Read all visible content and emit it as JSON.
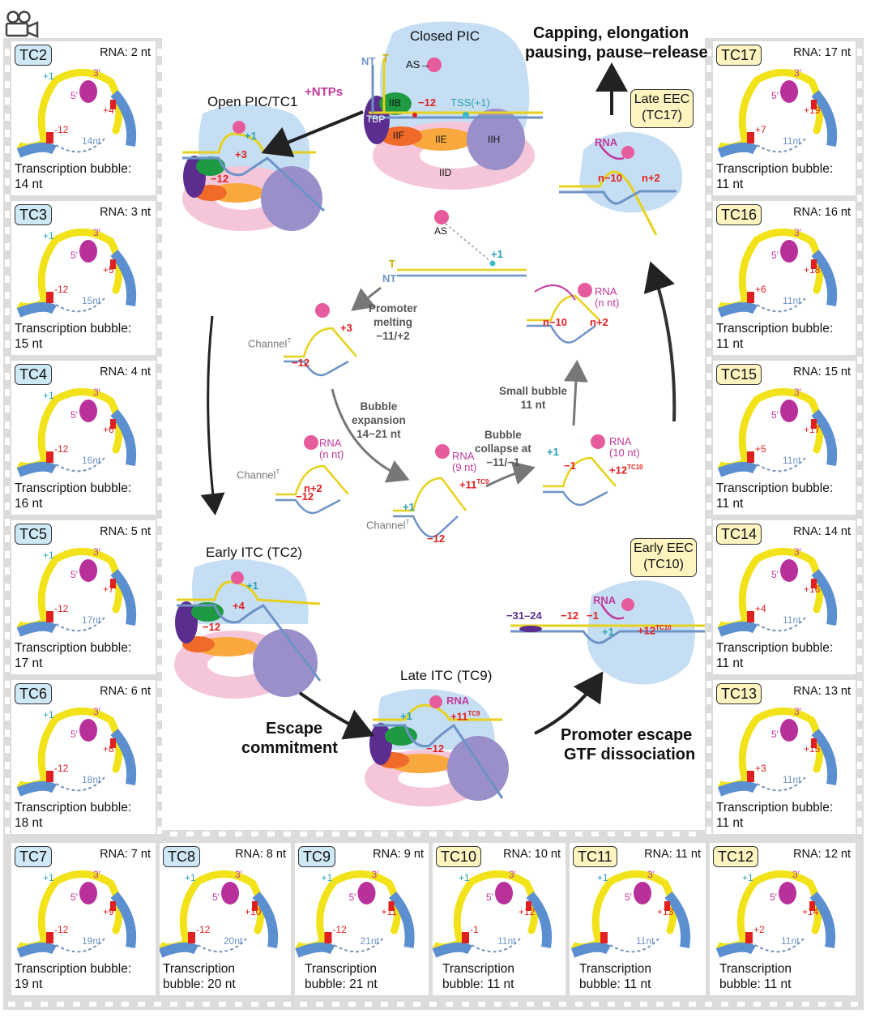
{
  "frames": [
    {
      "id": "TC2",
      "rna": "RNA: 2 nt",
      "bubble_l1": "Transcription bubble:",
      "bubble_l2": "14 nt",
      "color": "blue",
      "plus": "+4",
      "minus": "-12",
      "size": "14nt",
      "five": "5′",
      "three": "3′",
      "one": "+1"
    },
    {
      "id": "TC3",
      "rna": "RNA: 3 nt",
      "bubble_l1": "Transcription bubble:",
      "bubble_l2": "15 nt",
      "color": "blue",
      "plus": "+5",
      "minus": "-12",
      "size": "15nt",
      "five": "5′",
      "three": "3′",
      "one": "+1"
    },
    {
      "id": "TC4",
      "rna": "RNA: 4 nt",
      "bubble_l1": "Transcription bubble:",
      "bubble_l2": "16 nt",
      "color": "blue",
      "plus": "+6",
      "minus": "-12",
      "size": "16nt",
      "five": "5′",
      "three": "3′",
      "one": "+1"
    },
    {
      "id": "TC5",
      "rna": "RNA: 5 nt",
      "bubble_l1": "Transcription bubble:",
      "bubble_l2": "17 nt",
      "color": "blue",
      "plus": "+7",
      "minus": "-12",
      "size": "17nt",
      "five": "5′",
      "three": "3′",
      "one": "+1"
    },
    {
      "id": "TC6",
      "rna": "RNA: 6 nt",
      "bubble_l1": "Transcription bubble:",
      "bubble_l2": "18 nt",
      "color": "blue",
      "plus": "+8",
      "minus": "-12",
      "size": "18nt",
      "five": "5′",
      "three": "3′",
      "one": "+1"
    },
    {
      "id": "TC7",
      "rna": "RNA: 7 nt",
      "bubble_l1": "Transcription bubble:",
      "bubble_l2": "19 nt",
      "color": "blue",
      "plus": "+9",
      "minus": "-12",
      "size": "19nt",
      "five": "5′",
      "three": "3′",
      "one": "+1"
    },
    {
      "id": "TC8",
      "rna": "RNA: 8 nt",
      "bubble_l1": "Transcription",
      "bubble_l2": "bubble: 20 nt",
      "color": "blue",
      "plus": "+10",
      "minus": "-12",
      "size": "20nt",
      "five": "5′",
      "three": "3′",
      "one": "+1"
    },
    {
      "id": "TC9",
      "rna": "RNA: 9 nt",
      "bubble_l1": "Transcription",
      "bubble_l2": "bubble: 21 nt",
      "color": "blue",
      "plus": "+11",
      "minus": "-12",
      "size": "21nt",
      "five": "5′",
      "three": "3′",
      "one": "+1"
    },
    {
      "id": "TC10",
      "rna": "RNA: 10 nt",
      "bubble_l1": "Transcription",
      "bubble_l2": "bubble: 11 nt",
      "color": "yellow",
      "plus": "+12",
      "minus": "-1",
      "size": "11nt",
      "five": "5′",
      "three": "3′",
      "one": "+1"
    },
    {
      "id": "TC11",
      "rna": "RNA: 11 nt",
      "bubble_l1": "Transcription",
      "bubble_l2": "bubble: 11 nt",
      "color": "yellow",
      "plus": "+13",
      "minus": "",
      "size": "11nt",
      "five": "5′",
      "three": "3′",
      "one": "+1"
    },
    {
      "id": "TC12",
      "rna": "RNA: 12 nt",
      "bubble_l1": "Transcription",
      "bubble_l2": "bubble: 11 nt",
      "color": "yellow",
      "plus": "+14",
      "minus": "+2",
      "size": "11nt",
      "five": "5′",
      "three": "3′",
      "one": "+1"
    },
    {
      "id": "TC13",
      "rna": "RNA: 13 nt",
      "bubble_l1": "Transcription bubble:",
      "bubble_l2": "11 nt",
      "color": "yellow",
      "plus": "+15",
      "minus": "+3",
      "size": "11nt",
      "five": "5′",
      "three": "3′",
      "one": ""
    },
    {
      "id": "TC14",
      "rna": "RNA: 14 nt",
      "bubble_l1": "Transcription bubble:",
      "bubble_l2": "11 nt",
      "color": "yellow",
      "plus": "+16",
      "minus": "+4",
      "size": "11nt",
      "five": "5′",
      "three": "3′",
      "one": ""
    },
    {
      "id": "TC15",
      "rna": "RNA: 15 nt",
      "bubble_l1": "Transcription bubble:",
      "bubble_l2": "11 nt",
      "color": "yellow",
      "plus": "+17",
      "minus": "+5",
      "size": "11nt",
      "five": "5′",
      "three": "3′",
      "one": ""
    },
    {
      "id": "TC16",
      "rna": "RNA: 16 nt",
      "bubble_l1": "Transcription bubble:",
      "bubble_l2": "11 nt",
      "color": "yellow",
      "plus": "+18",
      "minus": "+6",
      "size": "11nt",
      "five": "5′",
      "three": "3′",
      "one": ""
    },
    {
      "id": "TC17",
      "rna": "RNA: 17 nt",
      "bubble_l1": "Transcription bubble:",
      "bubble_l2": "11 nt",
      "color": "yellow",
      "plus": "+19",
      "minus": "+7",
      "size": "11nt",
      "five": "5′",
      "three": "3′",
      "one": ""
    }
  ],
  "center": {
    "closed_pic": "Closed PIC",
    "capping_l1": "Capping, elongation",
    "capping_l2": "pausing, pause–release",
    "open_pic": "Open PIC/TC1",
    "ntps": "+NTPs",
    "late_eec_l1": "Late EEC",
    "late_eec_l2": "(TC17)",
    "early_eec_l1": "Early EEC",
    "early_eec_l2": "(TC10)",
    "early_itc": "Early ITC (TC2)",
    "late_itc": "Late ITC (TC9)",
    "escape_l1": "Escape",
    "escape_l2": "commitment",
    "promoter_l1": "Promoter escape",
    "promoter_l2": "GTF dissociation",
    "melting_l1": "Promoter",
    "melting_l2": "melting",
    "melting_l3": "−11/+2",
    "expansion_l1": "Bubble",
    "expansion_l2": "expansion",
    "expansion_l3": "14~21 nt",
    "small_l1": "Small bubble",
    "small_l2": "11 nt",
    "collapse_l1": "Bubble",
    "collapse_l2": "collapse at",
    "collapse_l3": "−11/−1",
    "channel": "Channel",
    "channel_sup": "T",
    "nt": "NT",
    "t": "T",
    "as": "AS",
    "as_arrow": "AS→",
    "tss": "TSS(+1)",
    "tbp": "TBP",
    "iib": "IIB",
    "iif": "IIF",
    "iie": "IIE",
    "iih": "IIH",
    "iid": "IID",
    "minus12": "−12",
    "minus10": "n−10",
    "minus1": "−1",
    "minus31": "−31–24",
    "plus1": "+1",
    "plus2": "+2",
    "plus3": "+3",
    "plus4": "+4",
    "plus11": "+11",
    "plus12": "+12",
    "npl2": "n+2",
    "sup_tc9": "TC9",
    "sup_tc10": "TC10",
    "rna": "RNA",
    "rna_n": "(n nt)",
    "rna_9": "(9 nt)",
    "rna_10": "(10 nt)"
  }
}
